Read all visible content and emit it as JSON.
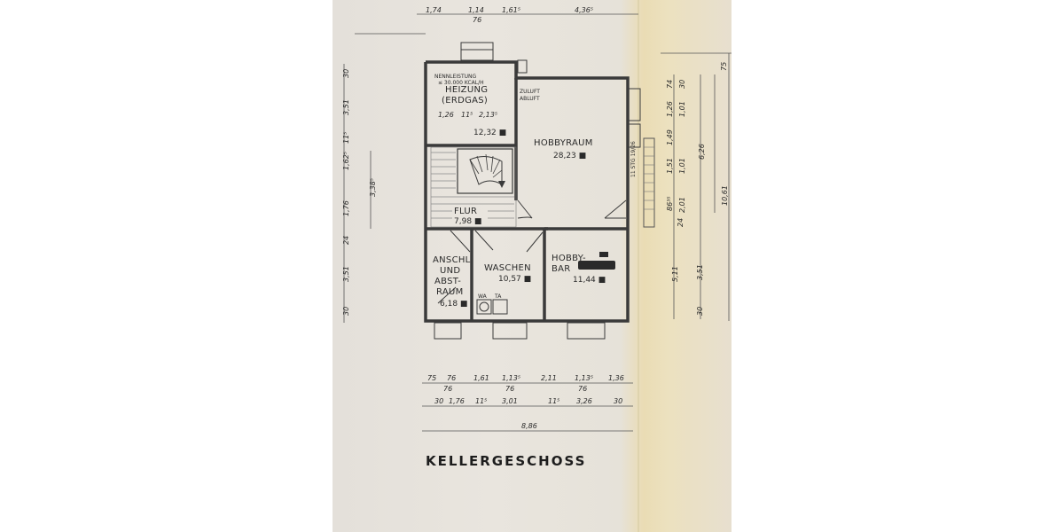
{
  "title": "KELLERGESCHOSS",
  "rooms": {
    "heizung": {
      "name1": "HEIZUNG",
      "name2": "(ERDGAS)",
      "area": "12,32 ■",
      "nenn1": "NENNLEISTUNG",
      "nenn2": "≤ 30.000 KCAL/H",
      "zuluft": "ZULUFT",
      "abluft": "ABLUFT"
    },
    "hobbyraum": {
      "name": "HOBBYRAUM",
      "area": "28,23 ■"
    },
    "flur": {
      "name": "FLUR",
      "area": "7,98 ■"
    },
    "anschl": {
      "l1": "ANSCHL",
      "l2": "UND",
      "l3": "ABST-",
      "l4": "RAUM",
      "area": "6,18 ■"
    },
    "waschen": {
      "name": "WASCHEN",
      "area": "10,57 ■",
      "wa": "WA",
      "ta": "TA"
    },
    "hobbybar": {
      "l1": "HOBBY-",
      "l2": "BAR",
      "area": "11,44 ■"
    }
  },
  "stairs": {
    "label": "11 STG 19/26"
  },
  "dims": {
    "top": [
      "1,74",
      "1,14",
      "76",
      "1,61⁵",
      "4,36⁵"
    ],
    "heizung_inner": [
      "1,26",
      "11⁵",
      "2,13⁵"
    ],
    "left_outer": [
      "30",
      "3,51",
      "11⁵",
      "1,62⁵",
      "1,76",
      "24",
      "3,51",
      "30"
    ],
    "left_mid": "3,38⁵",
    "right_a": [
      "74",
      "1,26",
      "1,49",
      "1,51",
      "86³⁵",
      "24",
      "5,11"
    ],
    "right_b": [
      "30",
      "1,01",
      "1,01",
      "2,01",
      "3,51",
      "30"
    ],
    "right_c": "6,26",
    "right_total": "10,61",
    "right_top": "75",
    "bottom_row1": [
      "75",
      "76",
      "1,61",
      "1,13⁵",
      "2,11",
      "1,13⁵",
      "1,36"
    ],
    "bottom_row1b": [
      "76",
      "76",
      "76"
    ],
    "bottom_row2": [
      "30",
      "1,76",
      "11⁵",
      "3,01",
      "11⁵",
      "3,26",
      "30"
    ],
    "bottom_total": "8,86"
  }
}
